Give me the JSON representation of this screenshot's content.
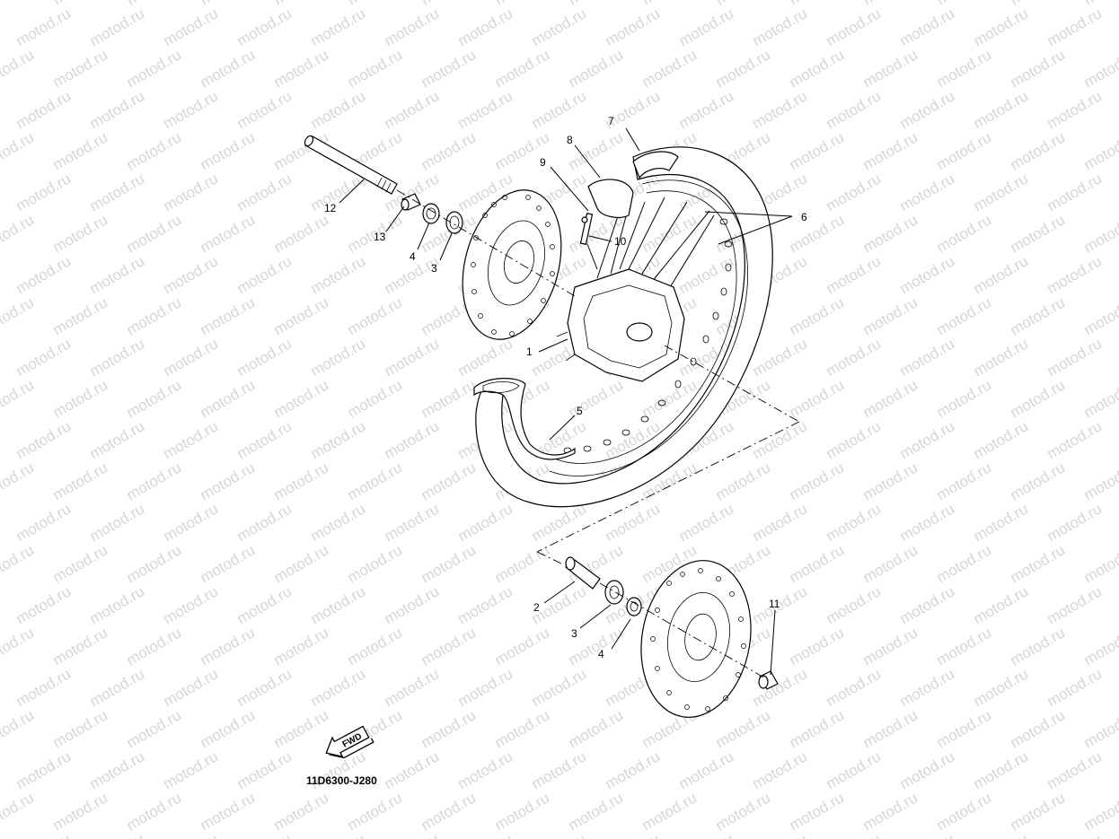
{
  "watermark": {
    "text": "motod.ru",
    "color": "#d6d6d6"
  },
  "diagram_code": "11D6300-J280",
  "fwd_label": "FWD",
  "callouts": [
    {
      "id": "c1",
      "text": "1"
    },
    {
      "id": "c2",
      "text": "2"
    },
    {
      "id": "c3a",
      "text": "3"
    },
    {
      "id": "c3b",
      "text": "3"
    },
    {
      "id": "c4a",
      "text": "4"
    },
    {
      "id": "c4b",
      "text": "4"
    },
    {
      "id": "c5",
      "text": "5"
    },
    {
      "id": "c6",
      "text": "6"
    },
    {
      "id": "c7",
      "text": "7"
    },
    {
      "id": "c8",
      "text": "8"
    },
    {
      "id": "c9",
      "text": "9"
    },
    {
      "id": "c10",
      "text": "10"
    },
    {
      "id": "c11",
      "text": "11"
    },
    {
      "id": "c12",
      "text": "12"
    },
    {
      "id": "c13",
      "text": "13"
    }
  ]
}
